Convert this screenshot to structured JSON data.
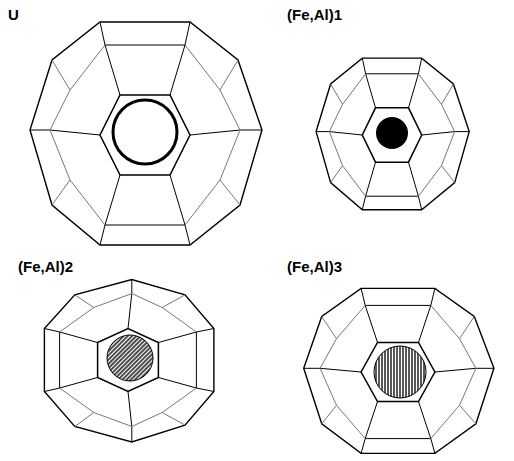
{
  "diagram": {
    "labels": [
      "U",
      "(Fe,Al)1",
      "(Fe,Al)2",
      "(Fe,Al)3"
    ]
  }
}
